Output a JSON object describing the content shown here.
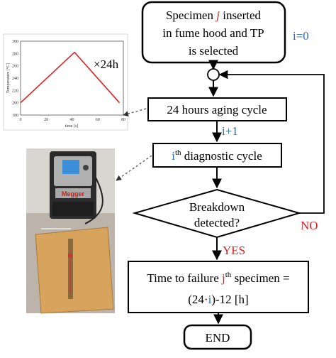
{
  "flowchart": {
    "start_box": {
      "line1_prefix": "Specimen ",
      "line1_var": "j",
      "line1_suffix": " inserted",
      "line2": "in fume hood and TP",
      "line3": "is selected"
    },
    "init_label": "i=0",
    "aging_box": "24 hours aging cycle",
    "increment_label": "i+1",
    "diagnostic_box": {
      "var": "i",
      "sup": "th",
      "text": " diagnostic cycle"
    },
    "decision": {
      "line1": "Breakdown",
      "line2": "detected?"
    },
    "no_label": "NO",
    "yes_label": "YES",
    "result_box": {
      "line1_prefix": "Time to failure ",
      "line1_var": "j",
      "line1_sup": "th",
      "line1_suffix": " specimen =",
      "line2_open": "(24·",
      "line2_var": "i",
      "line2_close": ")-12 [h]"
    },
    "end_box": "END"
  },
  "repeat_label": "×24h",
  "colors": {
    "accent_red": "#e02020",
    "accent_blue": "#2d6db5",
    "chart_line": "#e02020"
  },
  "chart_data": {
    "type": "line",
    "title": "",
    "xlabel": "time [s]",
    "ylabel": "Temperature [°C]",
    "xlim": [
      0,
      80
    ],
    "ylim": [
      180,
      300
    ],
    "xticks": [
      0,
      20,
      40,
      60,
      80
    ],
    "yticks": [
      180,
      200,
      220,
      240,
      260,
      280,
      300
    ],
    "series": [
      {
        "x": [
          0,
          42,
          77
        ],
        "y": [
          200,
          282,
          200
        ]
      }
    ]
  },
  "photo": {
    "device_brand": "Megger"
  }
}
